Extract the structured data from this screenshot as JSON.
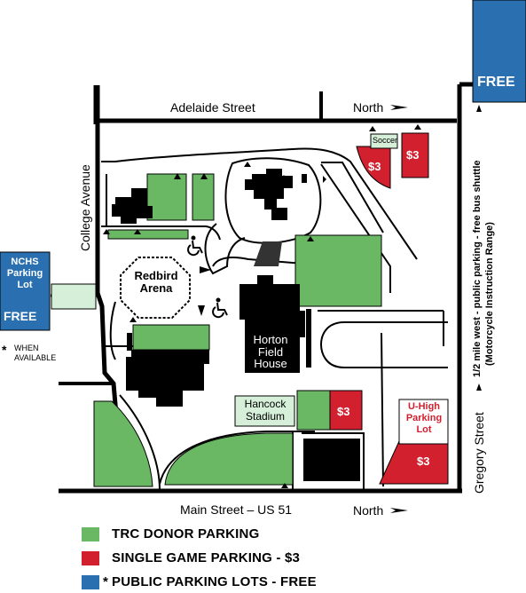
{
  "colors": {
    "donor_green": "#6ab863",
    "single_game_red": "#d2202f",
    "public_blue": "#2a6fb0",
    "building_black": "#000000",
    "road_gray": "#ffffff"
  },
  "streets": {
    "north_top": "Adelaide Street",
    "south": "Main Street – US 51",
    "west": "College Avenue",
    "east": "Gregory Street"
  },
  "north_labels": [
    "North",
    "North"
  ],
  "buildings": {
    "redbird_arena": "Redbird Arena",
    "horton_field_house": "Horton Field House",
    "hancock_stadium": "Hancock Stadium",
    "soccer": "Soccer"
  },
  "lots": {
    "nchs": {
      "title": "NCHS Parking Lot",
      "price": "FREE",
      "note": "WHEN AVAILABLE",
      "asterisk": "*"
    },
    "free_corner": "FREE",
    "uhigh": {
      "title": "U-High Parking Lot",
      "price": "$3"
    },
    "red_prices": [
      "$3",
      "$3",
      "$3",
      "$3"
    ]
  },
  "shuttle_note": {
    "line1": "1/2 mile west - public parking - free bus shuttle",
    "line2": "(Motorcycle Instruction Range)"
  },
  "legend": [
    {
      "label": "TRC DONOR PARKING",
      "color": "#6ab863"
    },
    {
      "label": "SINGLE GAME PARKING - $3",
      "color": "#d2202f"
    },
    {
      "label": "PUBLIC PARKING LOTS - FREE",
      "color": "#2a6fb0",
      "prefix": "*"
    }
  ],
  "icons": [
    "wheelchair-icon",
    "wheelchair-icon",
    "arrow-right-icon",
    "arrow-up-icon",
    "arrow-down-icon"
  ]
}
